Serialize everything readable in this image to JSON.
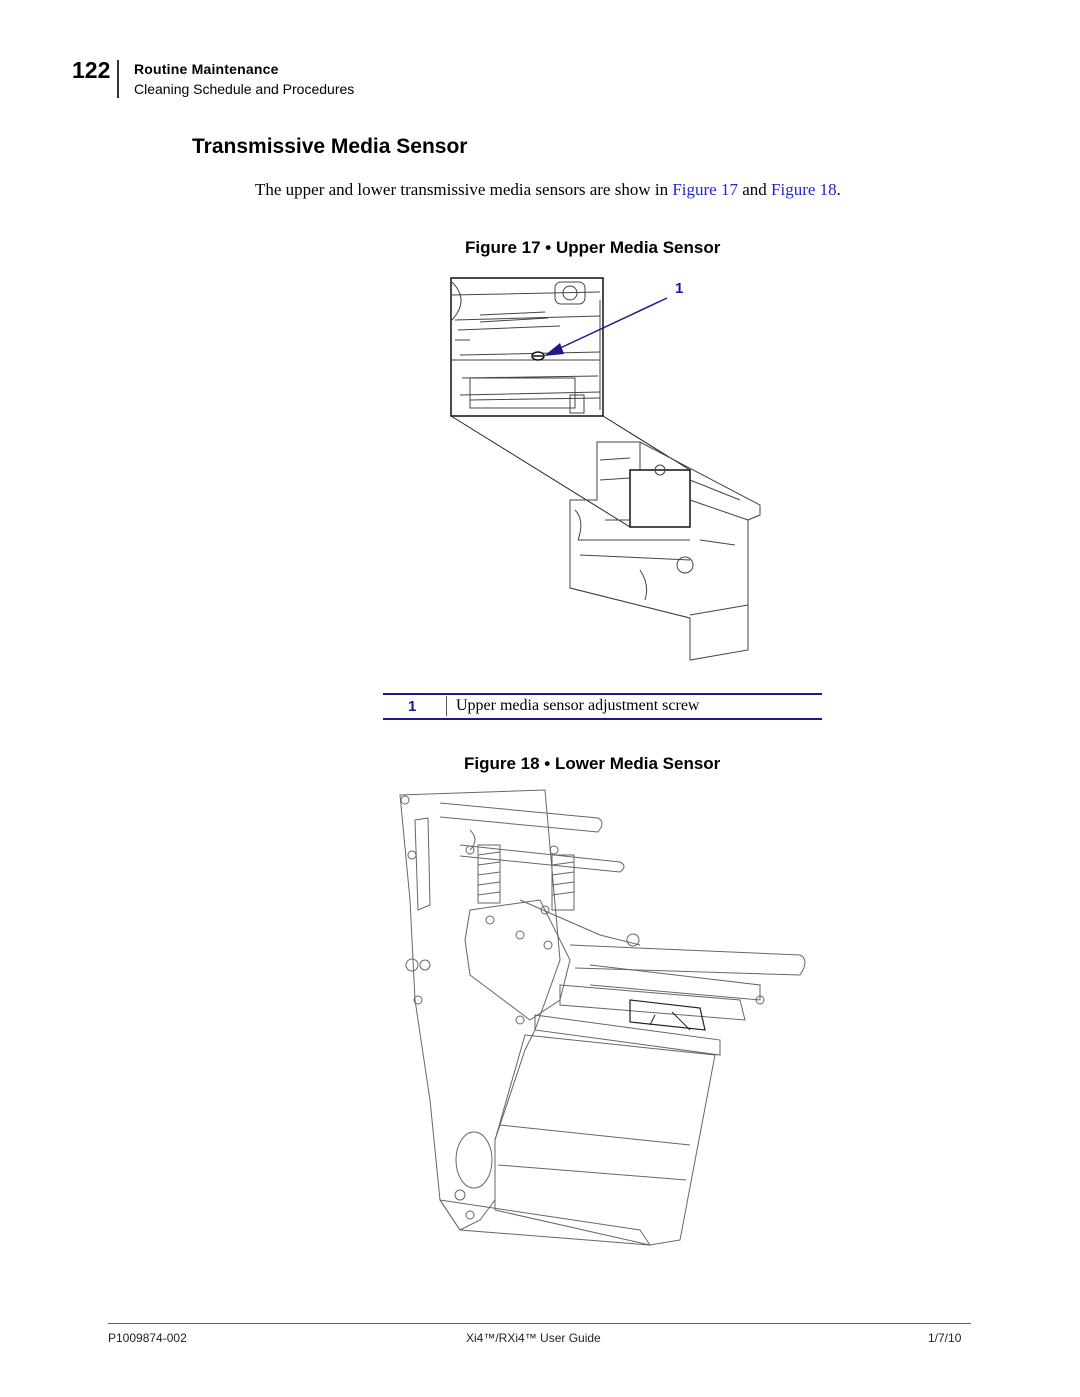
{
  "header": {
    "page_number": "122",
    "section": "Routine Maintenance",
    "subsection": "Cleaning Schedule and Procedures"
  },
  "section_title": "Transmissive Media Sensor",
  "intro": {
    "text_before": "The upper and lower transmissive media sensors are show in ",
    "link1": "Figure 17",
    "text_mid": " and ",
    "link2": "Figure 18",
    "text_after": "."
  },
  "figure17": {
    "caption": "Figure 17 • Upper Media Sensor",
    "callout": "1"
  },
  "legend": [
    {
      "number": "1",
      "description": "Upper media sensor adjustment screw"
    }
  ],
  "figure18": {
    "caption": "Figure 18 • Lower Media Sensor"
  },
  "footer": {
    "doc_number": "P1009874-002",
    "guide": "Xi4™/RXi4™ User Guide",
    "date": "1/7/10"
  },
  "colors": {
    "link": "#2323d8",
    "accent": "#1a1a8c"
  }
}
